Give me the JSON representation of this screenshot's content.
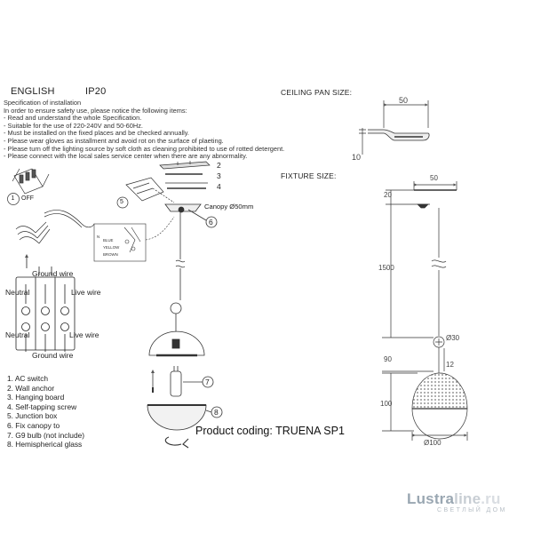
{
  "header": {
    "language": "ENGLISH",
    "ip": "IP20",
    "ceiling_pan_size": "CEILING PAN SIZE:",
    "fixture_size": "FIXTURE SIZE:"
  },
  "spec": {
    "lines": [
      "Specification of installation",
      "In order to ensure safety use, please notice the following items:",
      "- Read and understand the whole Specification.",
      "- Suitable for the use of 220-240V and 50-60Hz.",
      "- Must be installed on the fixed places and be checked annually.",
      "- Please wear gloves as installment and avoid rot on the surface of plaeting.",
      "- Please turn off the lighting source by soft cloth as cleaning prohibited to use of rotted detergent.",
      "- Please connect with the local sales service center when there are any abnormality."
    ]
  },
  "wiring": {
    "off_label": "OFF",
    "step_1": "1",
    "step_5": "5",
    "ground_wire_top": "Ground wire",
    "neutral_top": "Neutral",
    "live_top": "Live wire",
    "neutral_bottom": "Neutral",
    "live_bottom": "Live wire",
    "ground_wire_bottom": "Ground wire",
    "box_n": "N",
    "box_blue": "BLUE",
    "box_yellow": "YELLOW",
    "box_brown": "BROWN"
  },
  "parts": {
    "items": [
      "1. AC switch",
      "2. Wall anchor",
      "3. Hanging board",
      "4. Self-tapping screw",
      "5. Junction box",
      "6. Fix canopy to",
      "7. G9 bulb (not include)",
      "8. Hemispherical glass"
    ]
  },
  "assembly": {
    "callouts": [
      "2",
      "3",
      "4",
      "6",
      "7",
      "8"
    ],
    "canopy": "Canopy Ø50mm",
    "product_coding": "Product coding: TRUENA SP1"
  },
  "dimensions": {
    "pan_width": "50",
    "pan_height": "10",
    "fixture_top": "50",
    "canopy_h": "20",
    "cord": "1500",
    "knot_d": "Ø30",
    "neck": "90",
    "neck_d": "12",
    "shade_h": "100",
    "shade_d": "Ø100"
  },
  "watermark": {
    "brand_a": "Lustra",
    "brand_b": "line",
    "brand_c": ".ru",
    "sub": "СВЕТЛЫЙ ДОМ"
  }
}
